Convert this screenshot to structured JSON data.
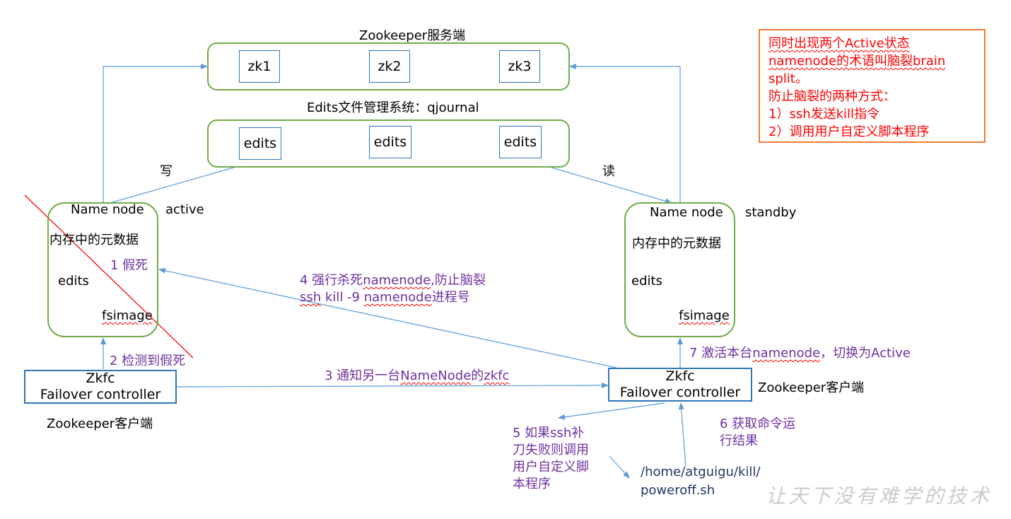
{
  "zk_server": {
    "title": "Zookeeper服务端",
    "nodes": [
      "zk1",
      "zk2",
      "zk3"
    ]
  },
  "edits_system": {
    "title": "Edits文件管理系统：qjournal",
    "nodes": [
      "edits",
      "edits",
      "edits"
    ]
  },
  "write_label": "写",
  "read_label": "读",
  "active_nn": {
    "name": "Name node",
    "state": "active",
    "meta": "内存中的元数据",
    "edits": "edits",
    "fsimage": "fsimage"
  },
  "standby_nn": {
    "name": "Name node",
    "state": "standby",
    "meta": "内存中的元数据",
    "edits": "edits",
    "fsimage": "fsimage"
  },
  "left_zkfc": {
    "line1": "Zkfc",
    "line2": "Failover controller",
    "client_label": "Zookeeper客户端"
  },
  "right_zkfc": {
    "line1": "Zkfc",
    "line2": "Failover controller",
    "client_label": "Zookeeper客户端"
  },
  "steps": {
    "s1": "1 假死",
    "s2": "2 检测到假死",
    "s3_prefix": "3 通知另一台",
    "s3_name": "NameNode",
    "s3_mid": "的",
    "s3_zkfc": "zkfc",
    "s4_line1_prefix": "4 强行杀死",
    "s4_line1_nn": "namenode",
    "s4_line1_suffix": ",防止脑裂",
    "s4_line2_ssh": "ssh",
    "s4_line2_mid": " kill -9 ",
    "s4_line2_nn": "namenode",
    "s4_line2_suffix": "进程号",
    "s5_lines": [
      "5 如果ssh补",
      "刀失败则调用",
      "用户自定义脚",
      "本程序"
    ],
    "s6_lines": [
      "6 获取命令运",
      "行结果"
    ],
    "s7_prefix": "7 激活本台",
    "s7_nn": "namenode",
    "s7_suffix": "，切换为Active"
  },
  "script_path": [
    "/home/atguigu/kill/",
    "poweroff.sh"
  ],
  "note_lines": [
    "同时出现两个Active状态",
    "namenode的术语叫脑裂brain",
    "split。",
    "防止脑裂的两种方式：",
    "1）ssh发送kill指令",
    "2）调用用户自定义脚本程序"
  ],
  "watermark": "让天下没有难学的技术",
  "colors": {
    "green": "#70AD47",
    "blue": "#2E75B6",
    "arrow": "#5B9BD5",
    "purple": "#7030A0",
    "red": "#FF0000",
    "orange": "#ED7D31"
  }
}
